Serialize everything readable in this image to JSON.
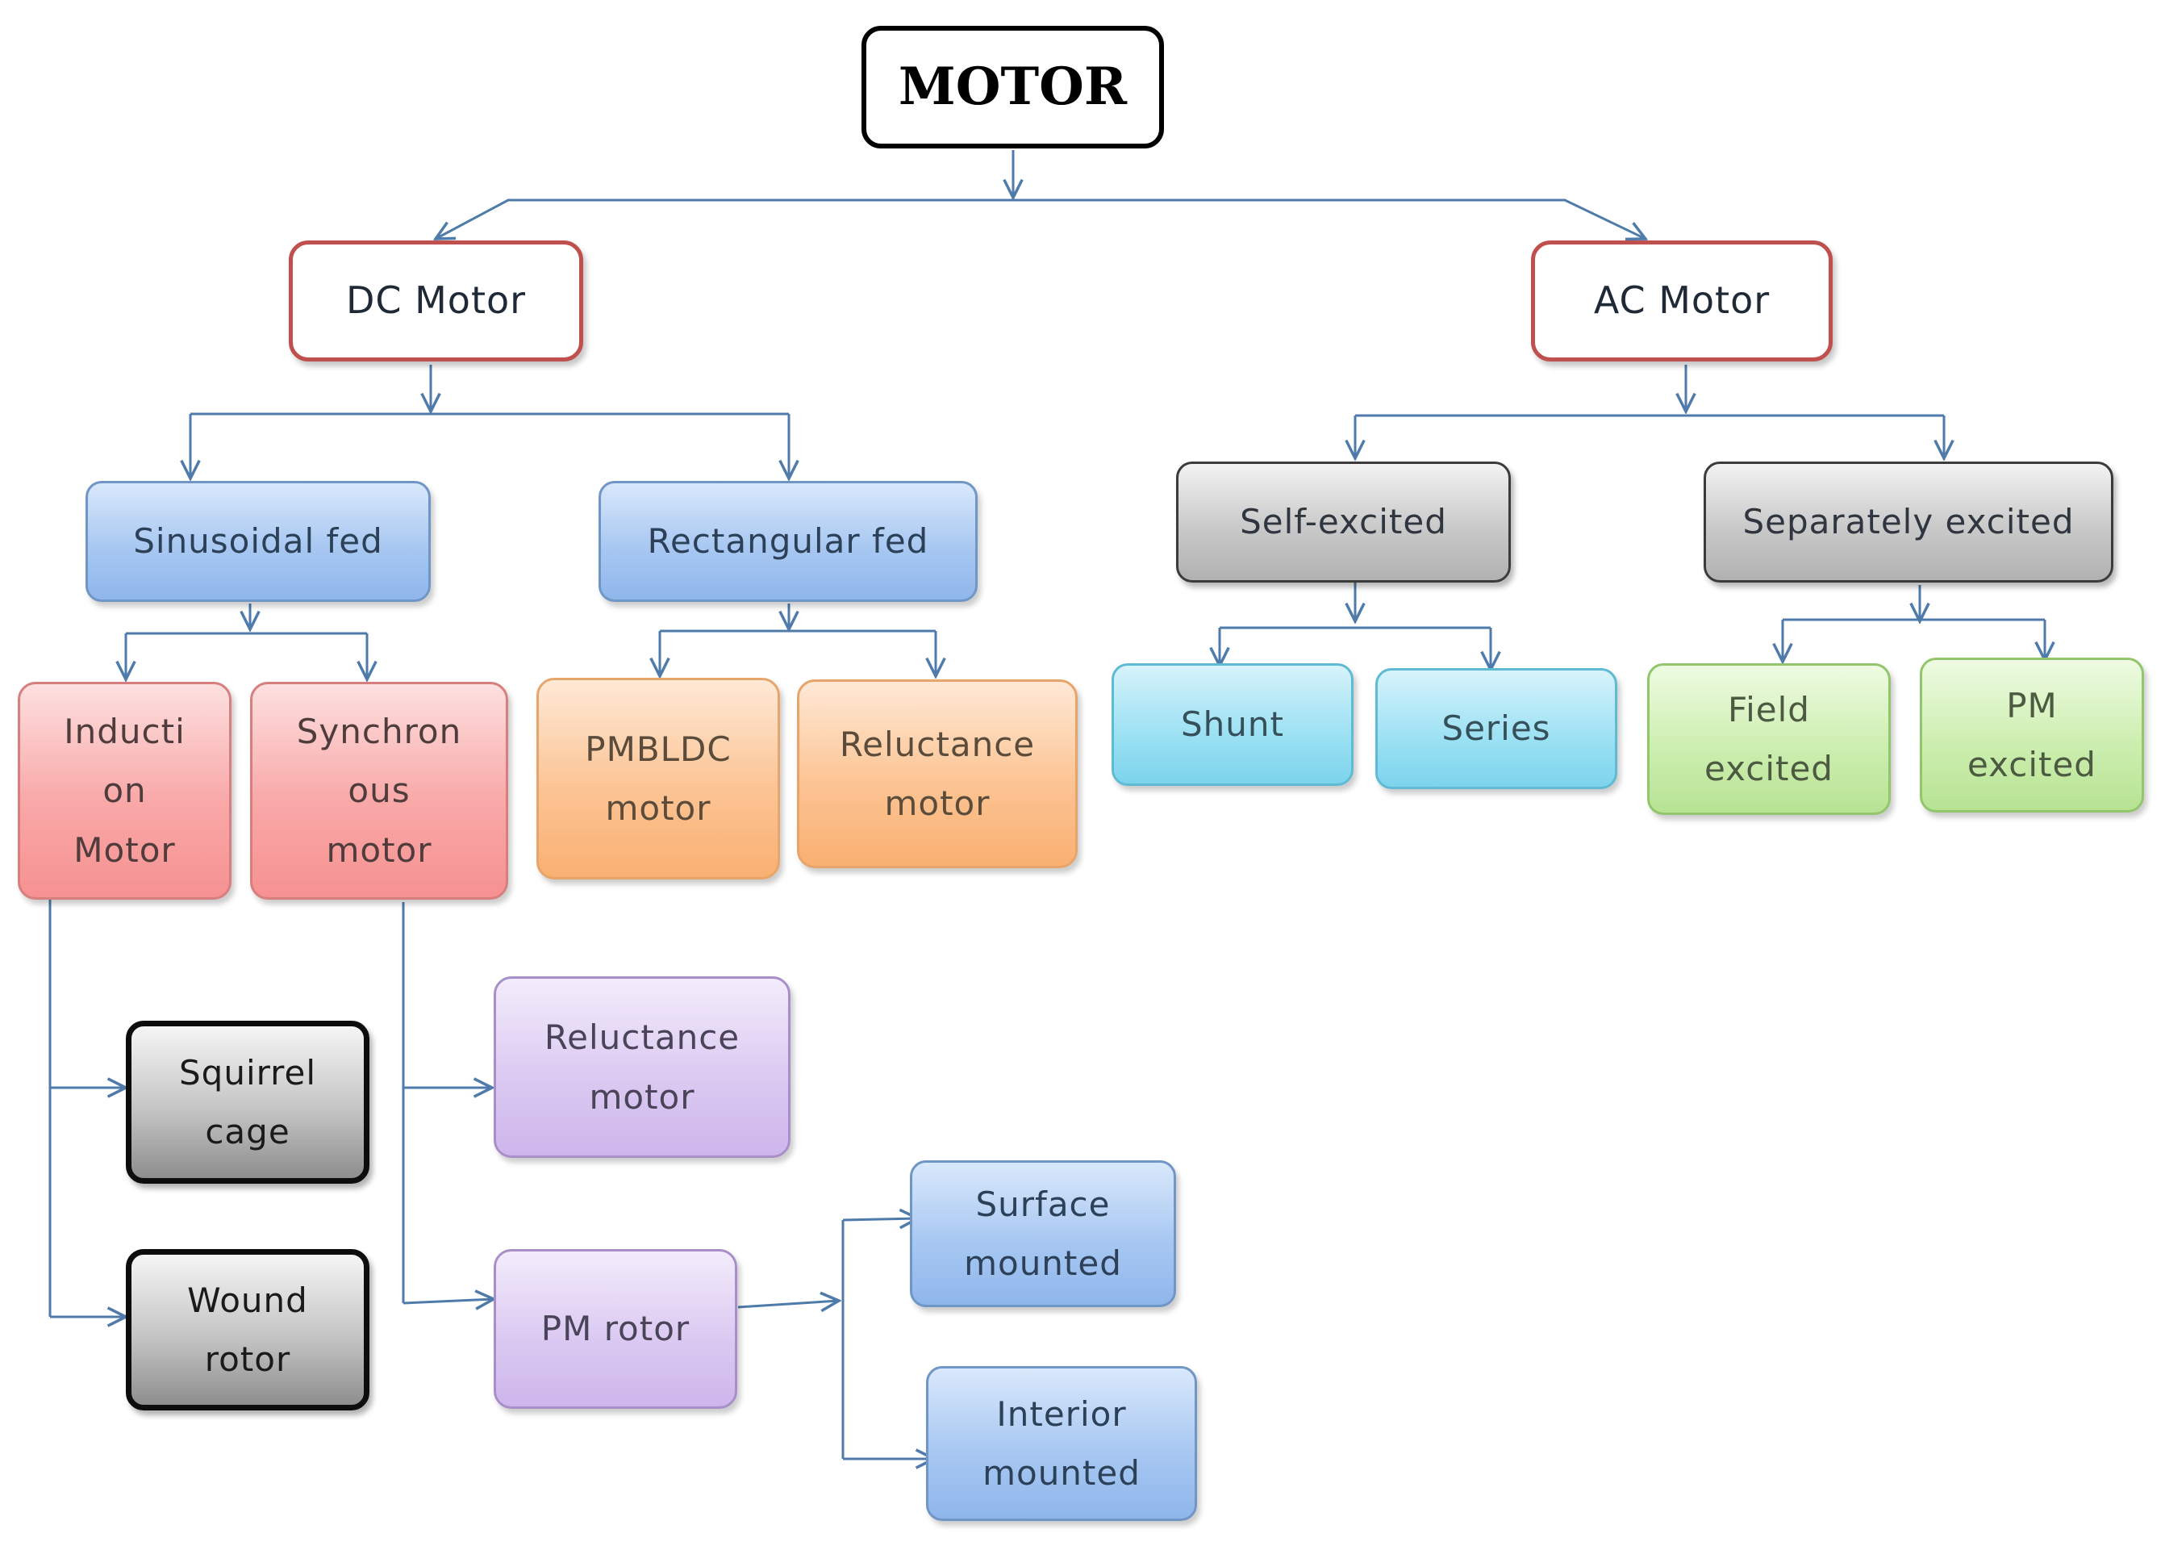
{
  "nodes": {
    "motor": "MOTOR",
    "dc_motor": "DC Motor",
    "ac_motor": "AC Motor",
    "sinusoidal_fed": "Sinusoidal fed",
    "rectangular_fed": "Rectangular fed",
    "self_excited": "Self-excited",
    "separately_excited": "Separately excited",
    "induction_motor": "Inducti\non\nMotor",
    "synchronous_motor": "Synchron\nous\nmotor",
    "pmbldc_motor": "PMBLDC\nmotor",
    "reluctance_motor_dc": "Reluctance\nmotor",
    "shunt": "Shunt",
    "series": "Series",
    "field_excited": "Field\nexcited",
    "pm_excited": "PM\nexcited",
    "squirrel_cage": "Squirrel\ncage",
    "wound_rotor": "Wound\nrotor",
    "reluctance_motor_sync": "Reluctance\nmotor",
    "pm_rotor": "PM rotor",
    "surface_mounted": "Surface\nmounted",
    "interior_mounted": "Interior\nmounted"
  },
  "colors": {
    "connector": "#4f7bab",
    "root_border": "#000000",
    "level1_border": "#c0504d",
    "blue_fill": "#a8c8f2",
    "gray_fill": "#c9c9c9",
    "pink_fill": "#f9a8a8",
    "orange_fill": "#fcc494",
    "cyan_fill": "#9fe2f4",
    "green_fill": "#cdeeb0",
    "purple_fill": "#dccaf2",
    "dark_border": "#0d0d0d"
  }
}
